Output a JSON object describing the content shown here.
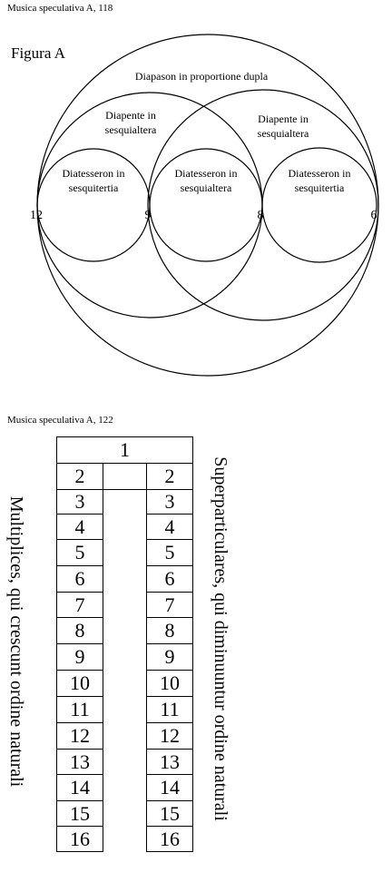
{
  "figure_a": {
    "caption": "Musica speculativa A, 118",
    "title": "Figura A",
    "labels": {
      "diapason": "Diapason in proportione dupla",
      "diapente_left_1": "Diapente in",
      "diapente_left_2": "sesquialtera",
      "diapente_right_1": "Diapente in",
      "diapente_right_2": "sesquialtera",
      "diatess_left_1": "Diatesseron in",
      "diatess_left_2": "sesquitertia",
      "diatess_mid_1": "Diatesseron in",
      "diatess_mid_2": "sesquialtera",
      "diatess_right_1": "Diatesseron in",
      "diatess_right_2": "sesquitertia"
    },
    "numbers": [
      "12",
      "9",
      "8",
      "6"
    ]
  },
  "table_figure": {
    "caption": "Musica speculativa A, 122",
    "top": "1",
    "left_column": [
      "2",
      "3",
      "4",
      "5",
      "6",
      "7",
      "8",
      "9",
      "10",
      "11",
      "12",
      "13",
      "14",
      "15",
      "16"
    ],
    "right_column": [
      "2",
      "3",
      "4",
      "5",
      "6",
      "7",
      "8",
      "9",
      "10",
      "11",
      "12",
      "13",
      "14",
      "15",
      "16"
    ],
    "left_side_text": "Multiplices, qui crescunt ordine naturali",
    "right_side_text": "Superparticulares, qui diminuuntur ordine naturali"
  }
}
